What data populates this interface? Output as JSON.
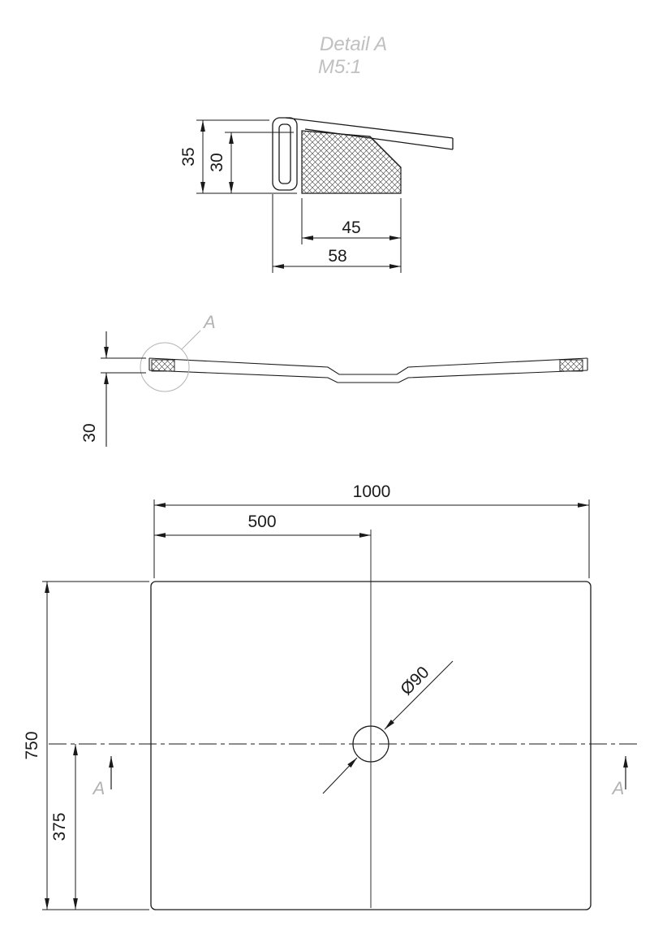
{
  "title": {
    "name": "Detail A",
    "scale": "M5:1"
  },
  "detail_view": {
    "dim_height_outer": "35",
    "dim_height_inner": "30",
    "dim_width_inner": "45",
    "dim_width_outer": "58"
  },
  "side_view": {
    "detail_marker": "A",
    "dim_thickness": "30"
  },
  "plan_view": {
    "dim_width": "1000",
    "dim_half_width": "500",
    "dim_height": "750",
    "dim_half_height": "375",
    "dim_drain_diameter": "Ø90",
    "section_label_left": "A",
    "section_label_right": "A"
  },
  "colors": {
    "line": "#1a1a1a",
    "muted": "#b3b3b3"
  }
}
